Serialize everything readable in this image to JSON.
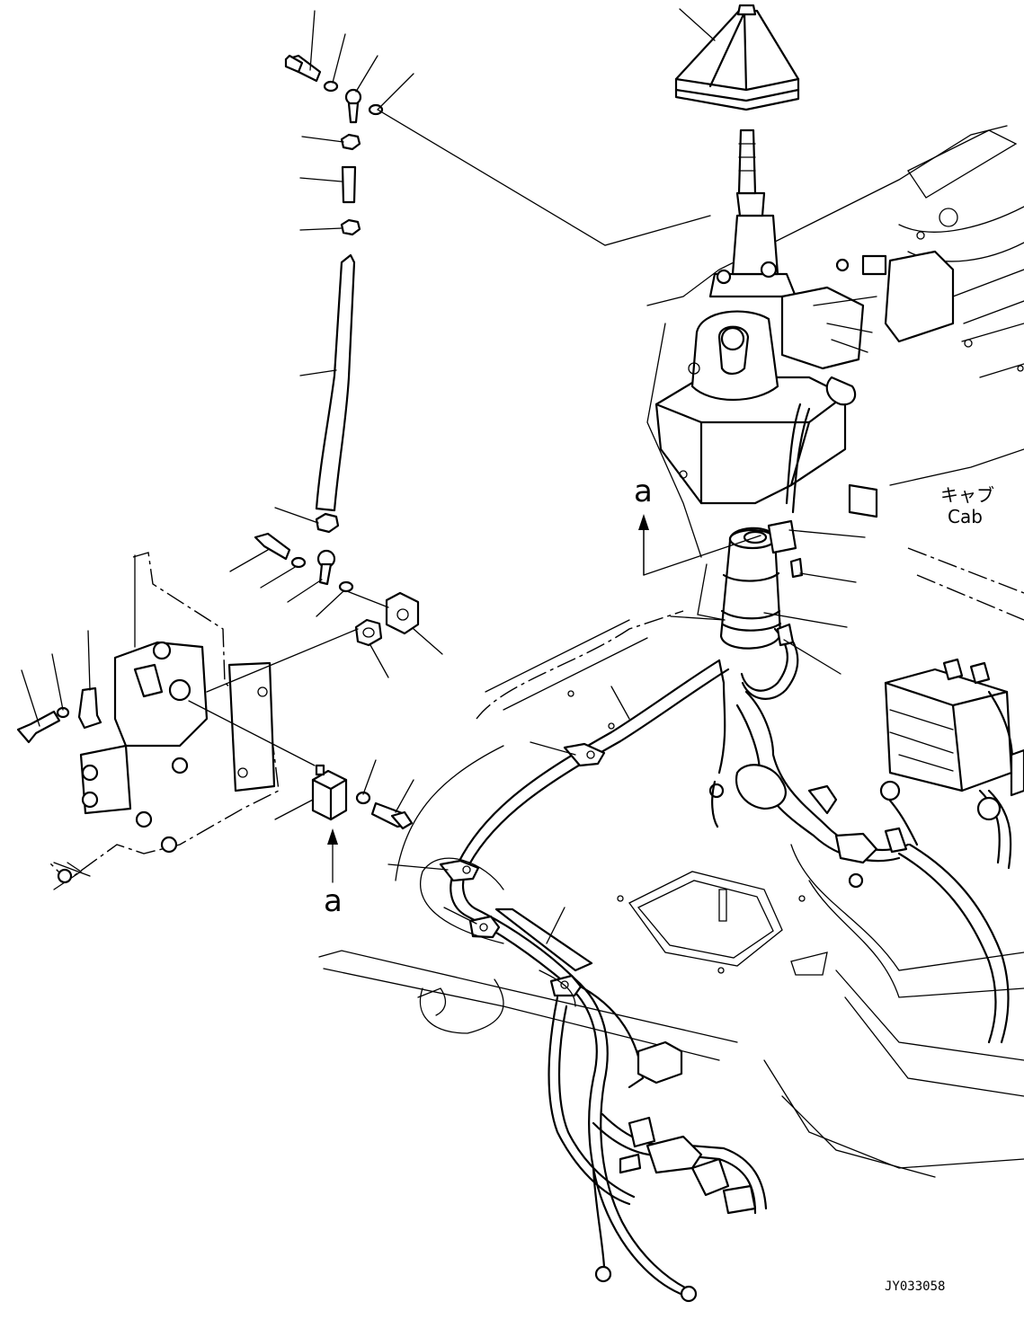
{
  "labels": {
    "cab_jp": "キャブ",
    "cab_en": "Cab",
    "detail_mark": "a",
    "drawing_code": "JY033058"
  }
}
